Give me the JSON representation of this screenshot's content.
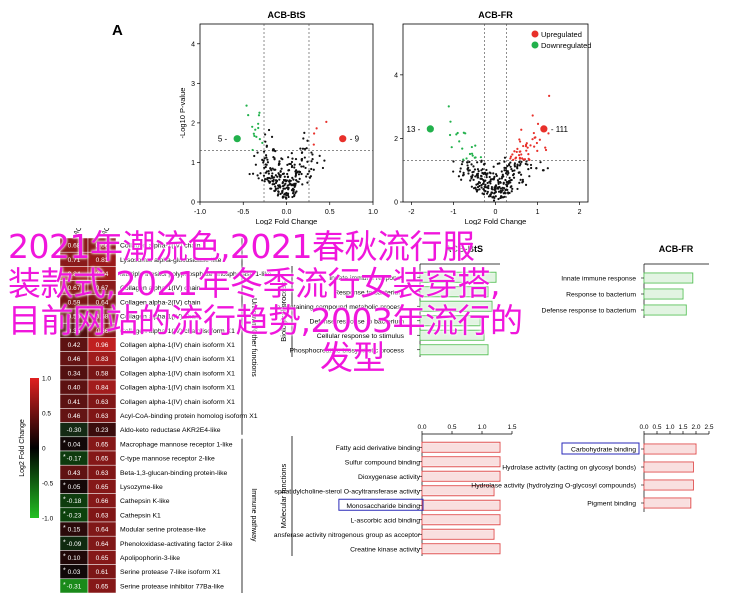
{
  "panel_label": "A",
  "overlay_caption": {
    "line1": "2021年潮流色,2021春秋流行服",
    "line2": "装款式,2021年冬季流行女装穿搭,",
    "line3": "目前网站的流行趋势,2003年流行的",
    "line4": "发型"
  },
  "volcano_common": {
    "xlabel": "Log2 Fold Change",
    "ylabel": "-Log10 P-value",
    "legend_up": "Upregulated",
    "legend_down": "Downregulated",
    "up_color": "#e8302a",
    "down_color": "#22b14c",
    "base_color": "#111111"
  },
  "chart_data": [
    {
      "type": "scatter",
      "title": "ACB-BtS",
      "xlabel": "Log2 Fold Change",
      "ylabel": "-Log10 P-value",
      "xlim": [
        -1.0,
        1.0
      ],
      "ylim": [
        0,
        4.5
      ],
      "x_ticks": [
        "-1.0",
        "-0.5",
        "0.0",
        "0.5",
        "1.0"
      ],
      "y_ticks": [
        "0",
        "1",
        "2",
        "3",
        "4"
      ],
      "threshold_x": [
        -0.26,
        0.26
      ],
      "threshold_y": 1.3,
      "annotations": {
        "down_count": "5",
        "up_count": "9"
      },
      "highlight_down": [
        -0.57,
        1.6
      ],
      "highlight_up": [
        0.65,
        1.6
      ]
    },
    {
      "type": "scatter",
      "title": "ACB-FR",
      "xlabel": "Log2 Fold Change",
      "ylabel": "",
      "xlim": [
        -2.2,
        2.2
      ],
      "ylim": [
        0,
        5.6
      ],
      "x_ticks": [
        "-2",
        "-1",
        "0",
        "1",
        "2"
      ],
      "y_ticks": [
        "0",
        "2",
        "4"
      ],
      "threshold_x": [
        -0.26,
        0.26
      ],
      "threshold_y": 1.3,
      "annotations": {
        "down_count": "13",
        "up_count": "111"
      },
      "highlight_down": [
        -1.55,
        2.3
      ],
      "highlight_up": [
        1.15,
        2.3
      ]
    },
    {
      "type": "bar",
      "title": "ACB-BtS",
      "group": "Biological process",
      "categories": [
        "Innate immune response",
        "Response to bacterium",
        "Phosphate-containing compound metabolic process",
        "Defense response to bacterium",
        "Cellular response to stimulus",
        "Phosphocreatine biosynthetic process"
      ],
      "values": [
        1.9,
        1.7,
        1.8,
        1.5,
        1.6,
        1.7
      ],
      "xlim": [
        0,
        2.0
      ],
      "color": "#5ec35e"
    },
    {
      "type": "bar",
      "title": "ACB-FR",
      "group": "Biological process",
      "categories": [
        "Innate immune response",
        "Response to bacterium",
        "Defense response to bacterium"
      ],
      "values": [
        1.5,
        1.2,
        1.3
      ],
      "xlim": [
        0,
        2.0
      ],
      "color": "#5ec35e"
    },
    {
      "type": "bar",
      "title": "",
      "group": "Molecular functions",
      "categories": [
        "Fatty acid derivative binding",
        "Sulfur compound binding",
        "Dioxygenase activity",
        "Phosphatidylcholine-sterol O-acyltransferase activity",
        "Monosaccharide binding",
        "L-ascorbic acid binding",
        "Phosphotransferase activity nitrogenous group as acceptor",
        "Creatine kinase activity"
      ],
      "values": [
        1.3,
        1.3,
        1.3,
        1.2,
        1.3,
        1.3,
        1.2,
        1.3
      ],
      "xlim": [
        0,
        1.5
      ],
      "x_ticks": [
        "0.0",
        "0.5",
        "1.0",
        "1.5"
      ],
      "boxed": [
        "Monosaccharide binding"
      ],
      "color": "#e05050"
    },
    {
      "type": "bar",
      "title": "",
      "group": "Molecular functions",
      "categories": [
        "Carbohydrate binding",
        "Hydrolase activity (acting on glycosyl bonds)",
        "Hydrolase activity (hydrolyzing O-glycosyl compounds)",
        "Pigment binding"
      ],
      "values": [
        2.0,
        1.9,
        1.9,
        1.8
      ],
      "xlim": [
        0,
        2.5
      ],
      "x_ticks": [
        "0.0",
        "0.5",
        "1.0",
        "1.5",
        "2.0",
        "2.5"
      ],
      "boxed": [
        "Carbohydrate binding"
      ],
      "color": "#e05050"
    }
  ],
  "heatmap": {
    "scale_label": "Log2 Fold Change",
    "scale_ticks": [
      "1.0",
      "0.5",
      "0",
      "-0.5",
      "-1.0"
    ],
    "col_headers": [
      "ACB-BtS",
      "ACB-FR"
    ],
    "group_top": "Unknown/Other functions",
    "group_bottom": "Immune pathway",
    "rows": [
      {
        "label": "Collagen alpha-1(IV) chain",
        "v1": "0.68",
        "v2": "0.66",
        "c1": "#8a1a1a",
        "c2": "#8a1a1a"
      },
      {
        "label": "Lysosomal alpha-glucosidase-like",
        "v1": "0.71",
        "v2": "0.81",
        "c1": "#8a1a1a",
        "c2": "#9a1a1a"
      },
      {
        "label": "Multiple inositol polyphosphate phosphatase 1-like",
        "v1": "0.84",
        "v2": "0.84",
        "c1": "#9f1c1c",
        "c2": "#9f1c1c"
      },
      {
        "label": "Collagen alpha-1(IV) chain",
        "v1": "0.67",
        "v2": "0.67",
        "c1": "#8a1a1a",
        "c2": "#8a1a1a"
      },
      {
        "label": "Collagen alpha-2(IV) chain",
        "v1": "0.59",
        "v2": "0.64",
        "c1": "#7a1616",
        "c2": "#801818"
      },
      {
        "label": "Collagen alpha-1(IV) chain",
        "v1": "0.50",
        "v2": "0.58",
        "c1": "#6a1414",
        "c2": "#781616"
      },
      {
        "label": "Collagen alpha-1(IV) chain isoform X1",
        "v1": "0.33",
        "v2": "0.66",
        "c1": "#501010",
        "c2": "#851818"
      },
      {
        "label": "Collagen alpha-1(IV) chain isoform X1",
        "v1": "0.42",
        "v2": "0.96",
        "c1": "#5e1212",
        "c2": "#c02020"
      },
      {
        "label": "Collagen alpha-1(IV) chain isoform X1",
        "v1": "0.46",
        "v2": "0.83",
        "c1": "#641414",
        "c2": "#a01c1c"
      },
      {
        "label": "Collagen alpha-1(IV) chain isoform X1",
        "v1": "0.34",
        "v2": "0.58",
        "c1": "#521010",
        "c2": "#781616"
      },
      {
        "label": "Collagen alpha-1(IV) chain isoform X1",
        "v1": "0.40",
        "v2": "0.84",
        "c1": "#5c1212",
        "c2": "#a21c1c"
      },
      {
        "label": "Collagen alpha-1(IV) chain isoform X1",
        "v1": "0.41",
        "v2": "0.63",
        "c1": "#5c1212",
        "c2": "#801616"
      },
      {
        "label": "Acyl-CoA-binding protein homolog isoform X1",
        "v1": "0.46",
        "v2": "0.63",
        "c1": "#641414",
        "c2": "#801616"
      },
      {
        "label": "Aldo-keto reductase AKR2E4-like",
        "v1": "-0.30",
        "v2": "0.23",
        "c1": "#142a14",
        "c2": "#3a0c0c"
      },
      {
        "label": "Macrophage mannose receptor 1-like",
        "v1": "0.04",
        "v2": "0.65",
        "c1": "#120808",
        "c2": "#851818",
        "s1": "*"
      },
      {
        "label": "C-type mannose receptor 2-like",
        "v1": "-0.17",
        "v2": "0.65",
        "c1": "#0e3a0e",
        "c2": "#851818",
        "s1": "*"
      },
      {
        "label": "Beta-1,3-glucan-binding protein-like",
        "v1": "0.43",
        "v2": "0.63",
        "c1": "#601212",
        "c2": "#801616"
      },
      {
        "label": "Lysozyme-like",
        "v1": "0.05",
        "v2": "0.65",
        "c1": "#140808",
        "c2": "#851818",
        "s1": "*"
      },
      {
        "label": "Cathepsin K-like",
        "v1": "-0.18",
        "v2": "0.66",
        "c1": "#0e3c0e",
        "c2": "#851818",
        "s1": "*"
      },
      {
        "label": "Cathepsin K1",
        "v1": "-0.23",
        "v2": "0.63",
        "c1": "#0c420c",
        "c2": "#801616",
        "s1": "*"
      },
      {
        "label": "Modular serine protease-like",
        "v1": "0.15",
        "v2": "0.64",
        "c1": "#2a0a0a",
        "c2": "#801818",
        "s1": "*"
      },
      {
        "label": "Phenoloxidase-activating factor 2-like",
        "v1": "-0.09",
        "v2": "0.64",
        "c1": "#0f2a0f",
        "c2": "#801818",
        "s1": "*"
      },
      {
        "label": "Apolipophorin-3-like",
        "v1": "0.10",
        "v2": "0.65",
        "c1": "#200808",
        "c2": "#851818",
        "s1": "*"
      },
      {
        "label": "Serine protease 7-like isoform X1",
        "v1": "0.03",
        "v2": "0.61",
        "c1": "#100808",
        "c2": "#7c1616",
        "s1": "*"
      },
      {
        "label": "Serine protease inhibitor 77Ba-like",
        "v1": "-0.31",
        "v2": "0.65",
        "c1": "#1a8a1a",
        "c2": "#851818",
        "s1": "*"
      }
    ]
  }
}
